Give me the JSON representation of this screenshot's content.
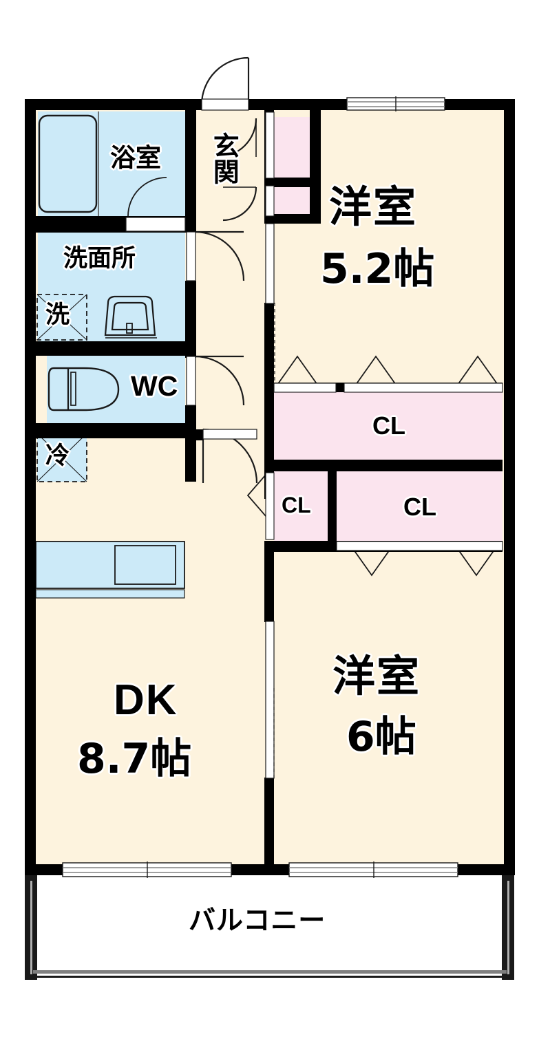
{
  "plan": {
    "type": "japanese-apartment-floor-plan",
    "layout_name": "2DK",
    "colors": {
      "wall": "#000000",
      "room_floor": "#FDF3DE",
      "wet_area": "#CCEAF8",
      "closet": "#FBE4EE",
      "background": "#FFFFFF",
      "line": "#1A1A1A"
    },
    "rooms": [
      {
        "id": "bathroom",
        "label": "浴室",
        "orientation": "horizontal",
        "fill": "wet_area"
      },
      {
        "id": "washroom",
        "label": "洗面所",
        "orientation": "horizontal",
        "fill": "wet_area"
      },
      {
        "id": "toilet",
        "label": "WC",
        "orientation": "horizontal",
        "fill": "wet_area"
      },
      {
        "id": "entrance",
        "label": "玄関",
        "orientation": "vertical",
        "fill": "room_floor"
      },
      {
        "id": "bedroom-north",
        "label": "洋室",
        "area": "5.2帖",
        "fill": "room_floor"
      },
      {
        "id": "bedroom-south",
        "label": "洋室",
        "area": "6帖",
        "fill": "room_floor"
      },
      {
        "id": "dining-kitchen",
        "label": "DK",
        "area": "8.7帖",
        "fill": "room_floor"
      },
      {
        "id": "balcony",
        "label": "バルコニー",
        "orientation": "horizontal",
        "fill": "background"
      }
    ],
    "closets": [
      {
        "id": "closet-north",
        "label": "CL"
      },
      {
        "id": "closet-small",
        "label": "CL"
      },
      {
        "id": "closet-south",
        "label": "CL"
      },
      {
        "id": "shoe-box-upper",
        "label": ""
      },
      {
        "id": "shoe-box-lower",
        "label": ""
      }
    ],
    "appliance_slots": [
      {
        "id": "washing-machine-slot",
        "label": "洗",
        "meaning": "washing machine"
      },
      {
        "id": "refrigerator-slot",
        "label": "冷",
        "meaning": "refrigerator"
      }
    ],
    "fixtures": [
      {
        "id": "bathtub",
        "label": ""
      },
      {
        "id": "wash-basin",
        "label": ""
      },
      {
        "id": "toilet-bowl",
        "label": ""
      },
      {
        "id": "kitchen-counter",
        "label": ""
      },
      {
        "id": "sink",
        "label": ""
      }
    ],
    "openings": [
      {
        "id": "entrance-door",
        "kind": "hinged-door"
      },
      {
        "id": "bathroom-door",
        "kind": "sliding-door"
      },
      {
        "id": "washroom-door",
        "kind": "hinged-door"
      },
      {
        "id": "toilet-door",
        "kind": "hinged-door"
      },
      {
        "id": "hall-door",
        "kind": "hinged-door"
      },
      {
        "id": "bedroom-north-door",
        "kind": "sliding-door"
      },
      {
        "id": "dk-bedroom-door",
        "kind": "sliding-door"
      },
      {
        "id": "window-north",
        "kind": "window"
      },
      {
        "id": "window-dk-balcony",
        "kind": "sliding-window"
      },
      {
        "id": "window-bedroom-balcony",
        "kind": "sliding-window"
      }
    ]
  }
}
